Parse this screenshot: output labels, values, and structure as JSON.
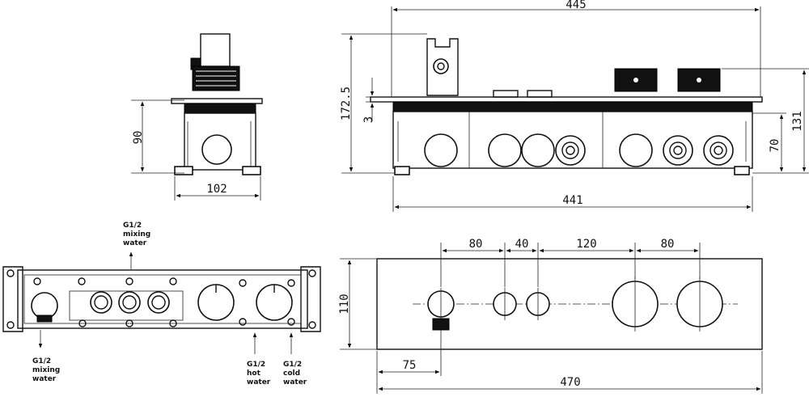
{
  "dimensions": {
    "side_width": "102",
    "side_height": "90",
    "front_top_width": "445",
    "front_total_height": "172.5",
    "plate_thickness": "3",
    "box_height": "70",
    "overall_height": "131",
    "box_width": "441",
    "spacing_1": "80",
    "spacing_2": "40",
    "spacing_3": "120",
    "spacing_4": "80",
    "plate_height": "110",
    "offset_left": "75",
    "plate_width": "470"
  },
  "labels": {
    "top_mixing": [
      "G1/2",
      "mixing",
      "water"
    ],
    "bottom_mixing": [
      "G1/2",
      "mixing",
      "water"
    ],
    "hot": [
      "G1/2",
      "hot",
      "water"
    ],
    "cold": [
      "G1/2",
      "cold",
      "water"
    ]
  }
}
